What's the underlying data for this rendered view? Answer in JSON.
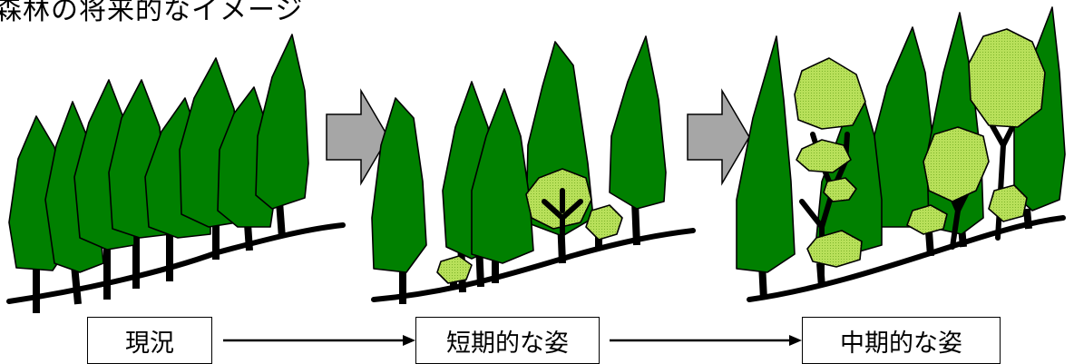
{
  "title": "森林の将来的なイメージ",
  "stages": [
    {
      "label": "現況"
    },
    {
      "label": "短期的な姿"
    },
    {
      "label": "中期的な姿"
    }
  ],
  "colors": {
    "conifer": "#008000",
    "broadleaf": "#b8e05a",
    "arrow_fill": "#a6a6a6",
    "outline": "#000000"
  }
}
